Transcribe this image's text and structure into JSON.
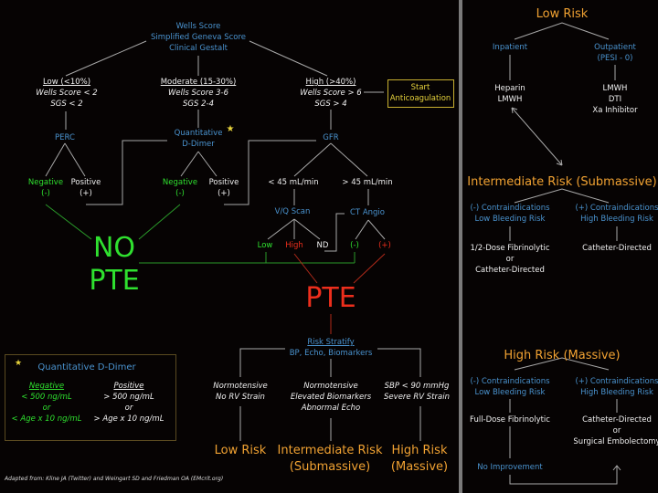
{
  "colors": {
    "blue": "#4a93cf",
    "green": "#2fe02f",
    "red": "#ec2e1c",
    "orange": "#f1a232",
    "yellow": "#e8d43c",
    "lines": "#a8a8a8"
  },
  "root": [
    "Wells Score",
    "Simplified Geneva Score",
    "Clinical Gestalt"
  ],
  "low": {
    "title": "Low (<10%)",
    "l1": "Wells Score < 2",
    "l2": "SGS < 2"
  },
  "moderate": {
    "title": "Moderate (15-30%)",
    "l1": "Wells Score 3-6",
    "l2": "SGS 2-4"
  },
  "high": {
    "title": "High (>40%)",
    "l1": "Wells Score > 6",
    "l2": "SGS > 4"
  },
  "start_anticoag": [
    "Start",
    "Anticoagulation"
  ],
  "perc": "PERC",
  "ddimer": [
    "Quantitative",
    "D-Dimer"
  ],
  "star_icon": "star-icon",
  "gfr": "GFR",
  "negative": [
    "Negative",
    "(-)"
  ],
  "positive": [
    "Positive",
    "(+)"
  ],
  "gfr_low": "< 45 mL/min",
  "gfr_high": "> 45 mL/min",
  "vq": "V/Q Scan",
  "ct": "CT Angio",
  "vq_results": {
    "low": "Low",
    "high": "High",
    "nd": "ND"
  },
  "ct_results": {
    "neg": "(-)",
    "pos": "(+)"
  },
  "no_pte": [
    "NO",
    "PTE"
  ],
  "pte": "PTE",
  "risk_stratify": {
    "title": "Risk Stratify",
    "sub": "BP, Echo, Biomarkers"
  },
  "strata": [
    {
      "desc": [
        "Normotensive",
        "No RV Strain"
      ],
      "label": [
        "Low Risk"
      ]
    },
    {
      "desc": [
        "Normotensive",
        "Elevated Biomarkers",
        "Abnormal Echo"
      ],
      "label": [
        "Intermediate Risk",
        "(Submassive)"
      ]
    },
    {
      "desc": [
        "SBP < 90 mmHg",
        "Severe RV Strain"
      ],
      "label": [
        "High Risk",
        "(Massive)"
      ]
    }
  ],
  "legend": {
    "title": "Quantitative D-Dimer",
    "negative": [
      "Negative",
      "< 500 ng/mL",
      "or",
      "< Age x 10 ng/mL"
    ],
    "positive": [
      "Positive",
      "> 500 ng/mL",
      "or",
      "> Age x 10 ng/mL"
    ]
  },
  "footnote": "Adapted from: Kline JA (Twitter) and Weingart SD and Friedman OA (EMcrit.org)",
  "right": {
    "low": {
      "title": "Low Risk",
      "inpatient": "Inpatient",
      "outpatient": [
        "Outpatient",
        "(PESI - 0)"
      ],
      "inpatient_tx": [
        "Heparin",
        "LMWH"
      ],
      "outpatient_tx": [
        "LMWH",
        "DTI",
        "Xa Inhibitor"
      ]
    },
    "intermediate": {
      "title": "Intermediate Risk (Submassive)",
      "neg": [
        "(-) Contraindications",
        "Low Bleeding Risk"
      ],
      "pos": [
        "(+) Contraindications",
        "High Bleeding Risk"
      ],
      "neg_tx": [
        "1/2-Dose Fibrinolytic",
        "or",
        "Catheter-Directed"
      ],
      "pos_tx": [
        "Catheter-Directed"
      ]
    },
    "high": {
      "title": "High Risk (Massive)",
      "neg": [
        "(-) Contraindications",
        "Low Bleeding Risk"
      ],
      "pos": [
        "(+) Contraindications",
        "High Bleeding Risk"
      ],
      "neg_tx": [
        "Full-Dose Fibrinolytic"
      ],
      "pos_tx": [
        "Catheter-Directed",
        "or",
        "Surgical Embolectomy"
      ],
      "no_improvement": "No Improvement"
    }
  }
}
